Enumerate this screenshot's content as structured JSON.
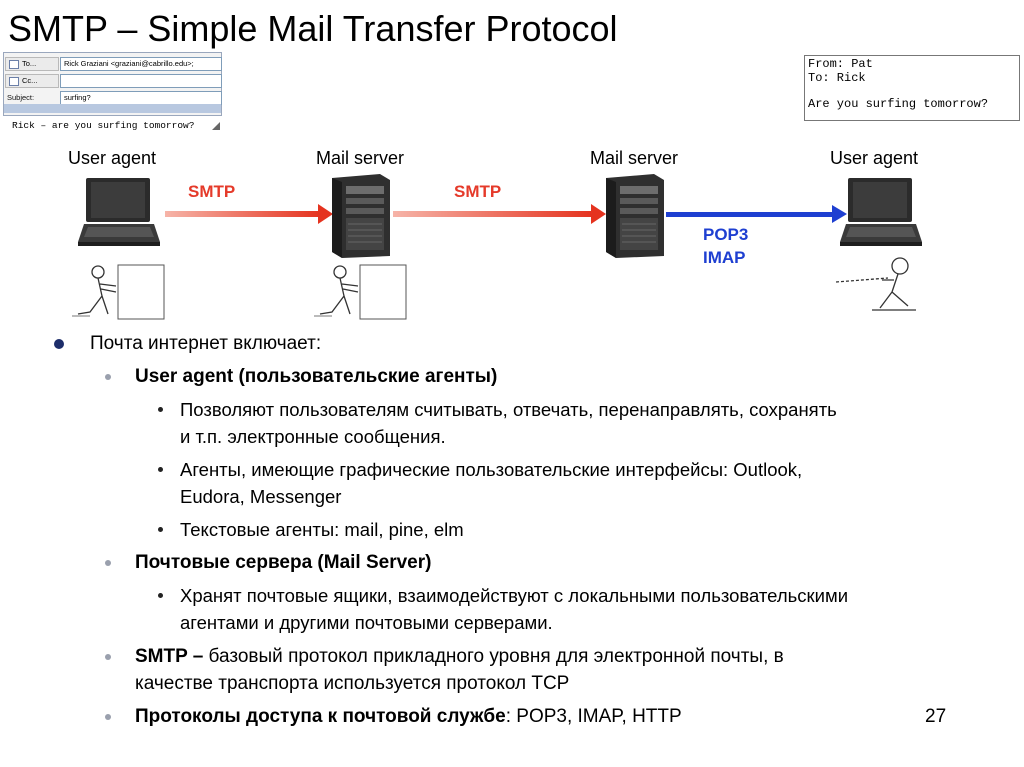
{
  "title": "SMTP – Simple Mail Transfer Protocol",
  "compose": {
    "to_label": "To...",
    "cc_label": "Cc...",
    "subject_label": "Subject:",
    "to_value": "Rick Graziani <graziani@cabrillo.edu>;",
    "cc_value": "",
    "subject_value": "surfing?",
    "body": "Rick – are you surfing tomorrow?"
  },
  "text_mail": {
    "from": "From: Pat",
    "to": "To: Rick",
    "body": "Are you surfing tomorrow?"
  },
  "diagram": {
    "nodes": [
      {
        "label": "User agent"
      },
      {
        "label": "Mail server"
      },
      {
        "label": "Mail server"
      },
      {
        "label": "User agent"
      }
    ],
    "links": [
      {
        "label": "SMTP",
        "color": "#e53a2a"
      },
      {
        "label": "SMTP",
        "color": "#e53a2a"
      },
      {
        "label_line1": "POP3",
        "label_line2": "IMAP",
        "color": "#1e3fd1"
      }
    ]
  },
  "bullets": {
    "l1": "Почта интернет включает:",
    "ua_heading": "User agent (пользовательские агенты)",
    "ua_1_line1": "Позволяют пользователям считывать, отвечать, перенаправлять, сохранять",
    "ua_1_line2": "и т.п. электронные сообщения.",
    "ua_2_line1": "Агенты, имеющие графические пользовательские интерфейсы: Outlook,",
    "ua_2_line2": "Eudora, Messenger",
    "ua_3": "Текстовые агенты: mail, pine, elm",
    "ms_heading": "Почтовые сервера (Mail Server)",
    "ms_1_line1": "Хранят почтовые ящики, взаимодействуют с локальными пользовательскими",
    "ms_1_line2": "агентами и другими почтовыми серверами.",
    "smtp_bold": "SMTP –",
    "smtp_rest": " базовый протокол прикладного уровня для электронной почты, в",
    "smtp_line2": "качестве транспорта используется протокол TCP",
    "access_bold": "Протоколы доступа к почтовой службе",
    "access_rest": ": POP3, IMAP, HTTP"
  },
  "page_number": "27"
}
